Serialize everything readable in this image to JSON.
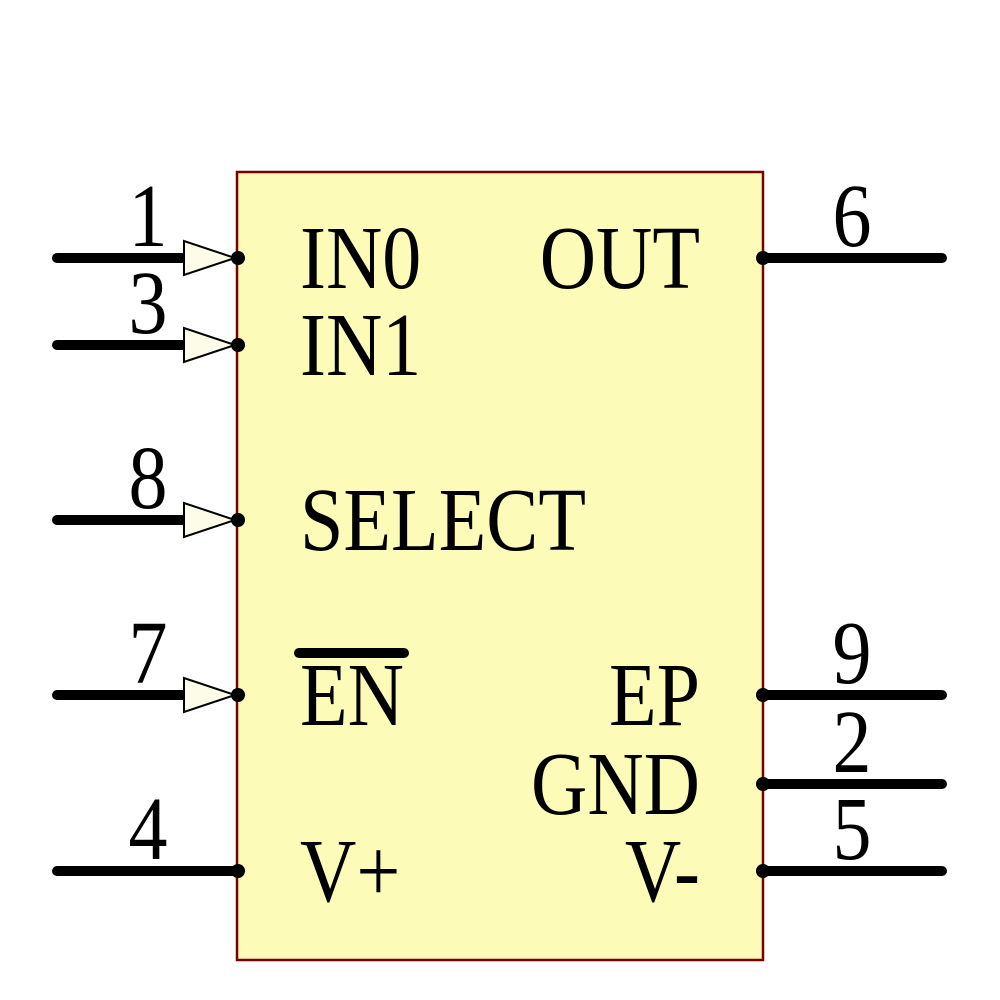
{
  "component": {
    "kind": "schematic-symbol",
    "body_fill": "#fcfbb8",
    "body_border": "#7a0000",
    "arrow_fill": "#fdfce8",
    "pin_color": "#000000",
    "text_color": "#000000"
  },
  "pins": {
    "left": [
      {
        "number": "1",
        "name": "IN0",
        "arrow": true,
        "overline": false
      },
      {
        "number": "3",
        "name": "IN1",
        "arrow": true,
        "overline": false
      },
      {
        "number": "8",
        "name": "SELECT",
        "arrow": true,
        "overline": false
      },
      {
        "number": "7",
        "name": "EN",
        "arrow": true,
        "overline": true
      },
      {
        "number": "4",
        "name": "V+",
        "arrow": false,
        "overline": false
      }
    ],
    "right": [
      {
        "number": "6",
        "name": "OUT",
        "overline": false
      },
      {
        "number": "9",
        "name": "EP",
        "overline": false
      },
      {
        "number": "2",
        "name": "GND",
        "overline": false
      },
      {
        "number": "5",
        "name": "V-",
        "overline": false
      }
    ]
  }
}
